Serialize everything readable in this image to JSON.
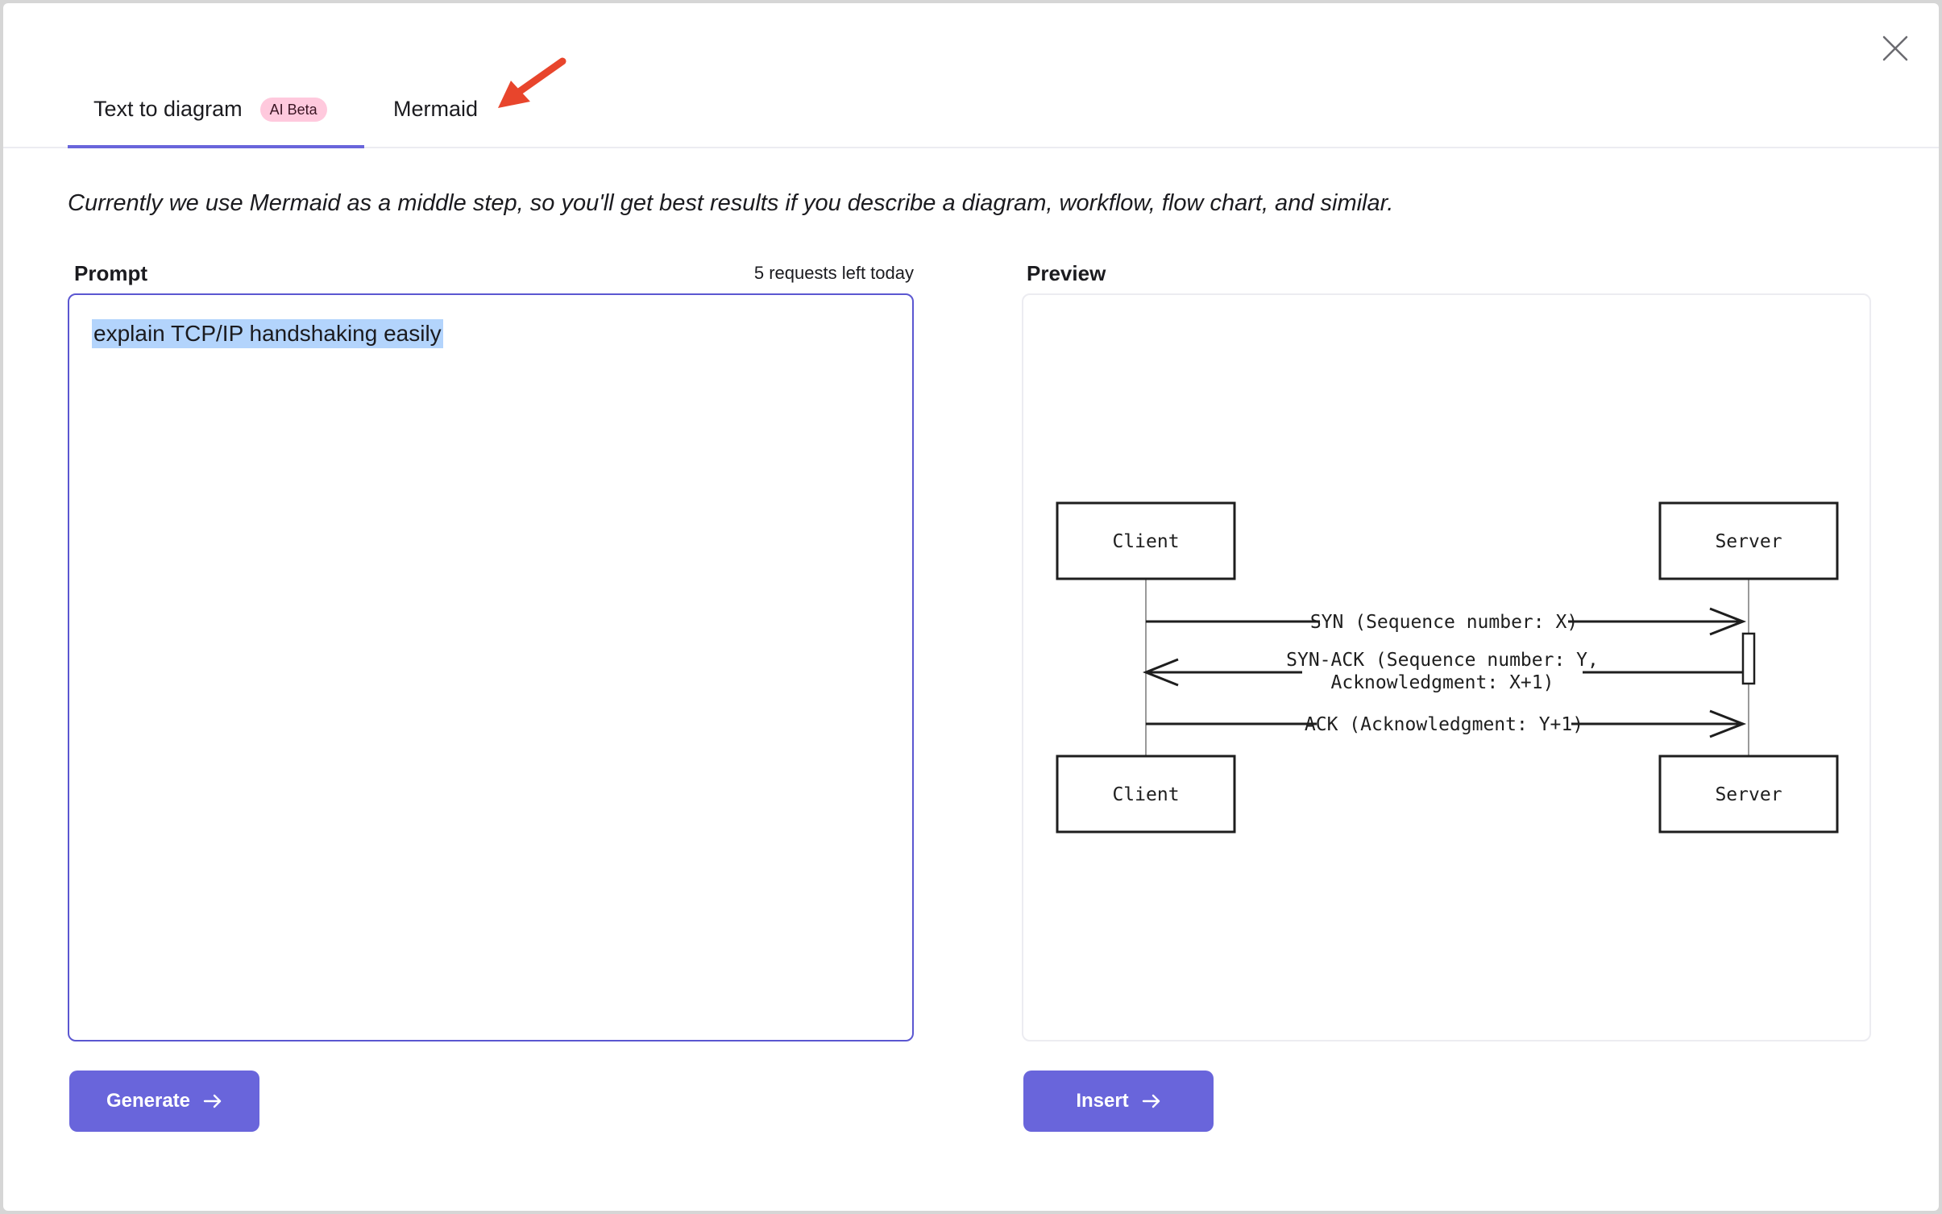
{
  "tabs": [
    {
      "label": "Text to diagram",
      "badge": "AI Beta",
      "active": true
    },
    {
      "label": "Mermaid",
      "active": false
    }
  ],
  "description": "Currently we use Mermaid as a middle step, so you'll get best results if you describe a diagram, workflow, flow chart, and similar.",
  "prompt": {
    "label": "Prompt",
    "requests_left": "5 requests left today",
    "value": "explain TCP/IP handshaking easily"
  },
  "preview": {
    "label": "Preview",
    "diagram": {
      "actors_top": [
        "Client",
        "Server"
      ],
      "actors_bottom": [
        "Client",
        "Server"
      ],
      "messages": [
        {
          "text": "SYN (Sequence number: X)",
          "from": "Client",
          "to": "Server"
        },
        {
          "text_line1": "SYN-ACK (Sequence number: Y,",
          "text_line2": "Acknowledgment: X+1)",
          "from": "Server",
          "to": "Client"
        },
        {
          "text": "ACK (Acknowledgment: Y+1)",
          "from": "Client",
          "to": "Server"
        }
      ]
    }
  },
  "buttons": {
    "generate": "Generate",
    "insert": "Insert"
  },
  "colors": {
    "accent": "#6965db",
    "badge_bg": "#ffc9dd",
    "annotation_arrow": "#e8452c",
    "selection": "#b3d4fc"
  },
  "icons": {
    "close": "close-icon",
    "arrow_right": "arrow-right-icon"
  }
}
